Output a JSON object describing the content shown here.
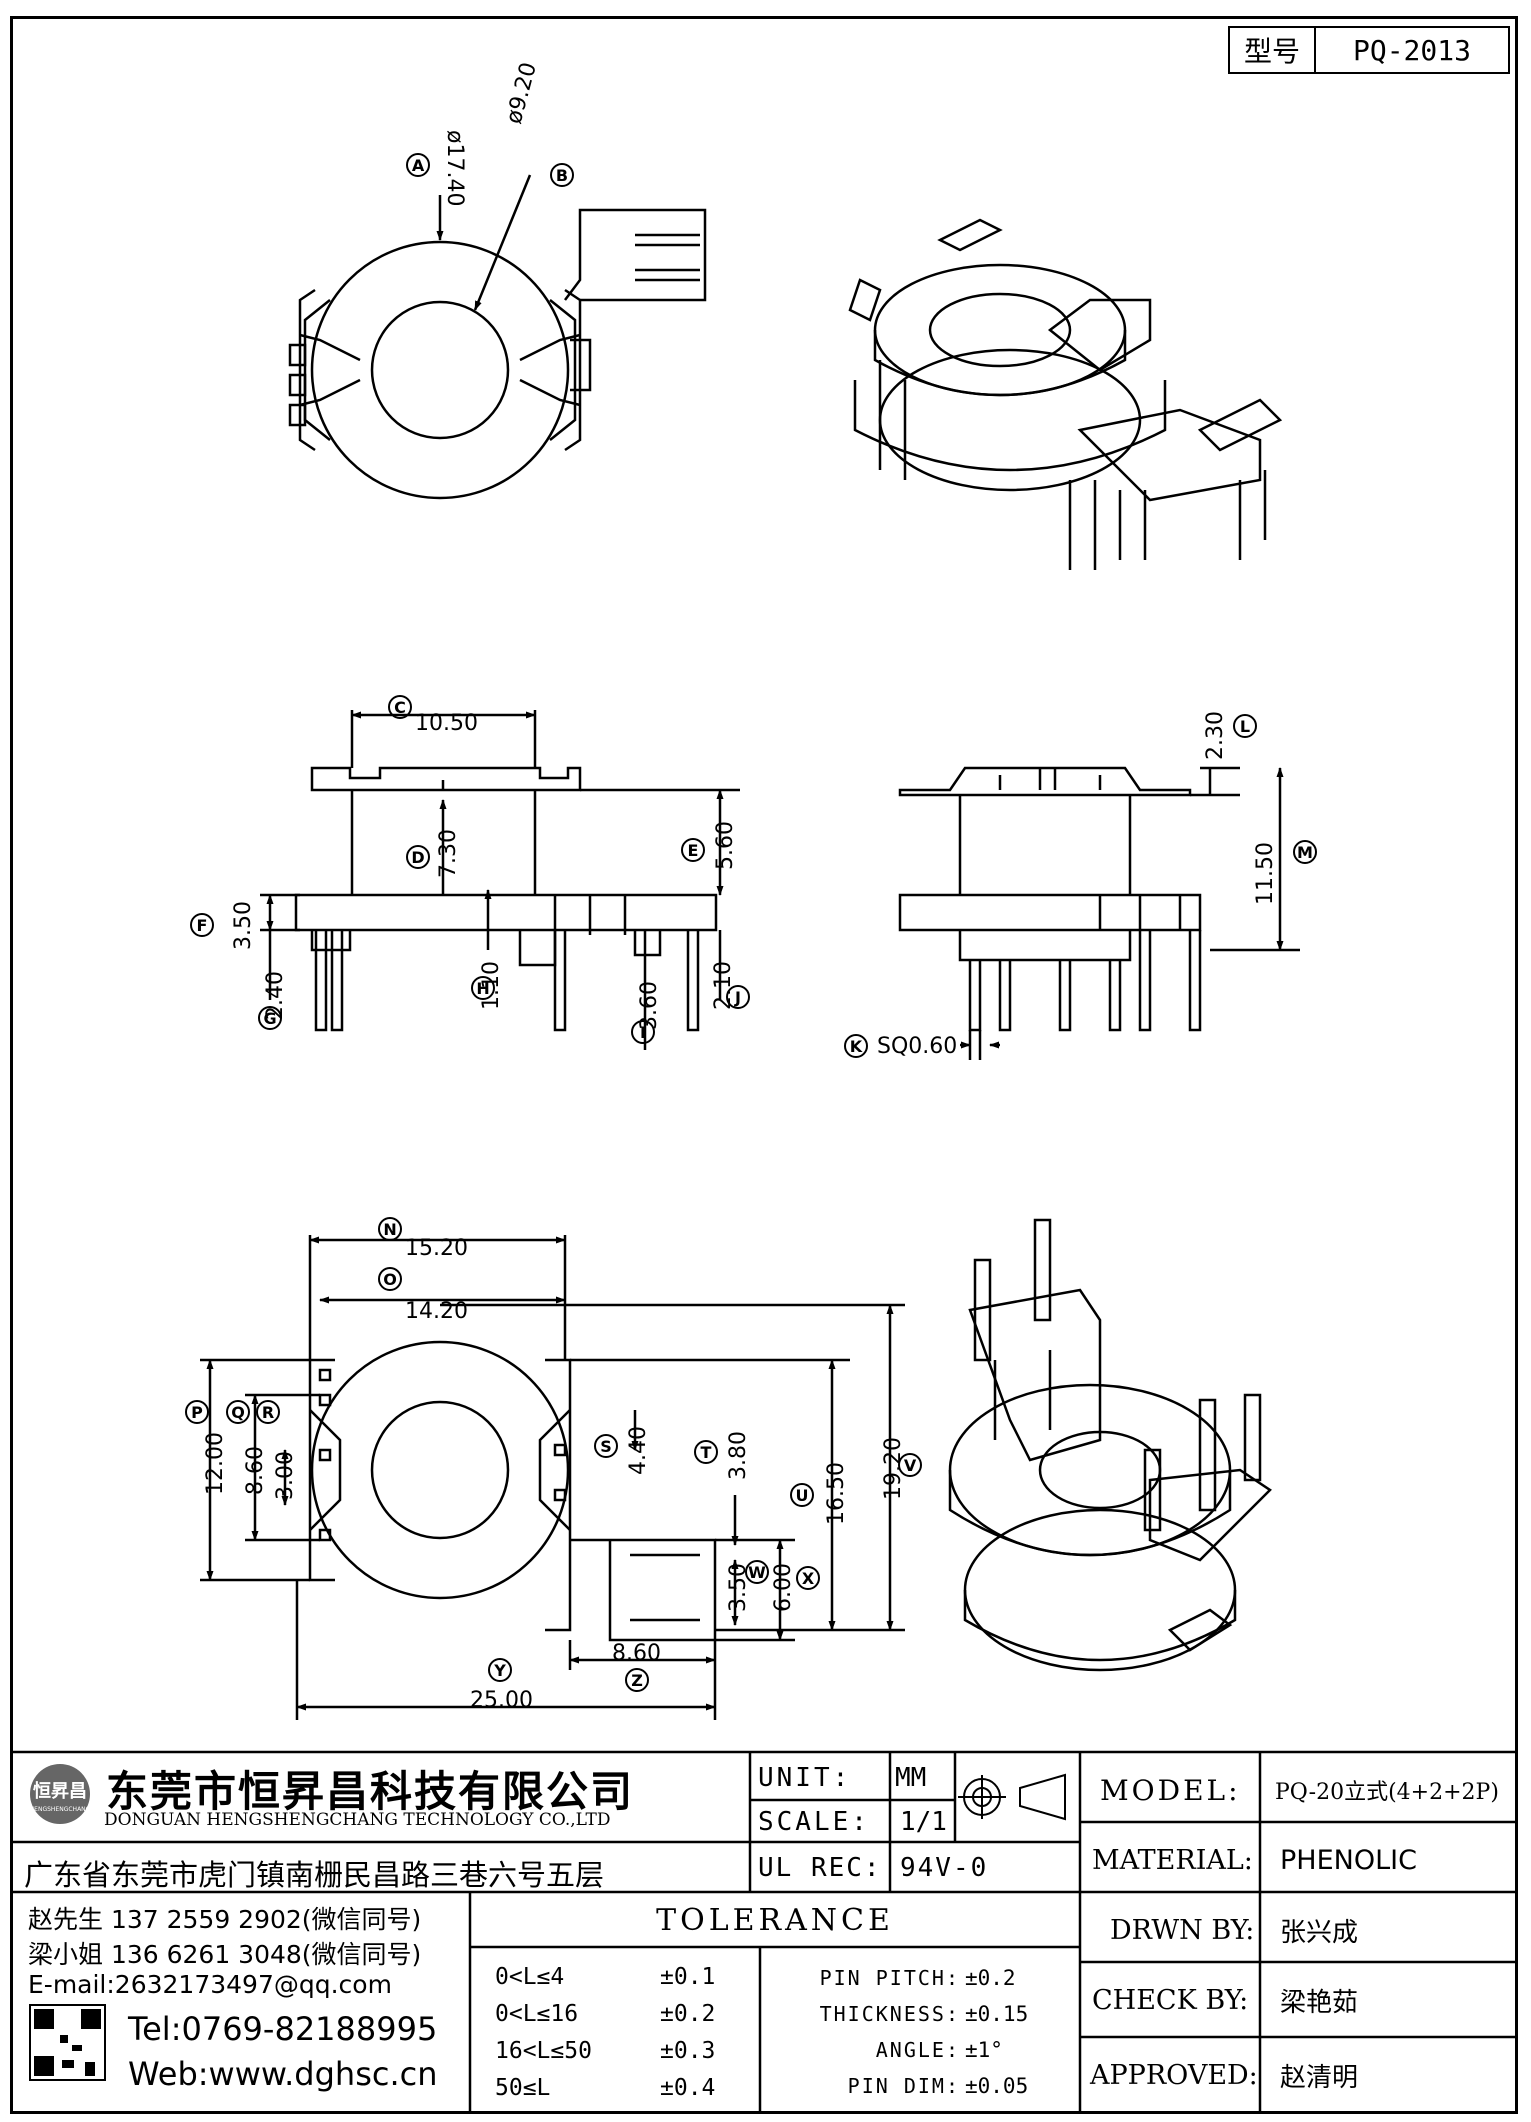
{
  "code_box": {
    "label": "型号",
    "value": "PQ-2013"
  },
  "top_view": {
    "dims": {
      "A": "ø17.40",
      "B": "ø9.20"
    }
  },
  "front_view": {
    "dims": {
      "C": "10.50",
      "D": "7.30",
      "E": "5.60",
      "F": "3.50",
      "G": "2.40",
      "H": "1.10",
      "I": "3.60",
      "J": "2.10"
    }
  },
  "side_view": {
    "dims": {
      "L": "2.30",
      "M": "11.50",
      "K": "SQ0.60"
    }
  },
  "bottom_view": {
    "dims": {
      "N": "15.20",
      "O": "14.20",
      "P": "12.00",
      "Q": "8.60",
      "R": "3.00",
      "S": "4.40",
      "T": "3.80",
      "U": "16.50",
      "V": "19.20",
      "W": "3.50",
      "X": "6.00",
      "Y": "25.00",
      "Z": "8.60"
    }
  },
  "balloons": [
    "A",
    "B",
    "C",
    "D",
    "E",
    "F",
    "G",
    "H",
    "I",
    "J",
    "K",
    "L",
    "M",
    "N",
    "O",
    "P",
    "Q",
    "R",
    "S",
    "T",
    "U",
    "V",
    "W",
    "X",
    "Y",
    "Z"
  ],
  "company": {
    "logo_text": "恒昇昌",
    "logo_sub": "HENGSHENGCHANG",
    "name_cn": "东莞市恒昇昌科技有限公司",
    "name_en": "DONGUAN HENGSHENGCHANG TECHNOLOGY CO.,LTD",
    "address": "广东省东莞市虎门镇南栅民昌路三巷六号五层",
    "contacts": [
      "赵先生 137 2559 2902(微信同号)",
      "梁小姐 136 6261 3048(微信同号)",
      "E-mail:2632173497@qq.com"
    ],
    "tel": "Tel:0769-82188995",
    "web": "Web:www.dghsc.cn"
  },
  "spec": {
    "unit_label": "UNIT:",
    "unit_value": "MM",
    "scale_label": "SCALE:",
    "scale_value": "1/1",
    "ulrec_label": "UL REC:",
    "ulrec_value": "94V-0"
  },
  "title_block": {
    "model_label": "MODEL:",
    "model_value": "PQ-20立式(4+2+2P)",
    "material_label": "MATERIAL:",
    "material_value": "PHENOLIC",
    "drawn_label": "DRWN BY:",
    "drawn_value": "张兴成",
    "check_label": "CHECK BY:",
    "check_value": "梁艳茹",
    "approved_label": "APPROVED:",
    "approved_value": "赵清明"
  },
  "tolerance": {
    "title": "TOLERANCE",
    "rows": [
      {
        "range": "0<L≤4",
        "value": "±0.1"
      },
      {
        "range": "0<L≤16",
        "value": "±0.2"
      },
      {
        "range": "16<L≤50",
        "value": "±0.3"
      },
      {
        "range": "50≤L",
        "value": "±0.4"
      }
    ],
    "pin": [
      {
        "label": "PIN PITCH:",
        "value": "±0.2"
      },
      {
        "label": "THICKNESS:",
        "value": "±0.15"
      },
      {
        "label": "ANGLE:",
        "value": "±1°"
      },
      {
        "label": "PIN DIM:",
        "value": "±0.05"
      }
    ]
  }
}
